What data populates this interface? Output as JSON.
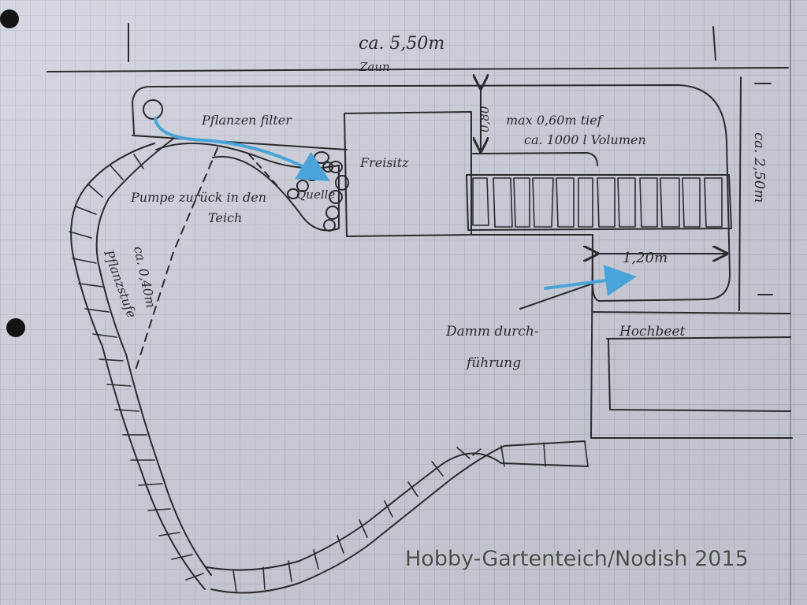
{
  "labels": {
    "width_total": "ca. 5,50m",
    "fence": "Zaun",
    "plant_filter": "Pflanzen filter",
    "depth_marker": "0,80",
    "max_depth": "max 0,60m tief",
    "volume": "ca. 1000 l Volumen",
    "seat": "Freisitz",
    "height_total": "ca. 2,50m",
    "source": "Quelle",
    "pump_line1": "Pumpe zurück in den",
    "pump_line2": "Teich",
    "plant_step_line1": "Pflanzstufe",
    "plant_step_line2": "ca. 0,40m",
    "width_120": "1,20m",
    "raised_bed": "Hochbeet",
    "dam_line1": "Damm durch-",
    "dam_line2": "führung"
  },
  "watermark": "Hobby-Gartenteich/Nodish 2015",
  "colors": {
    "paper": "#cfd2dc",
    "grid": "#a7acbd",
    "ink": "#2a2a2e",
    "water_arrow": "#4aa3d9"
  }
}
